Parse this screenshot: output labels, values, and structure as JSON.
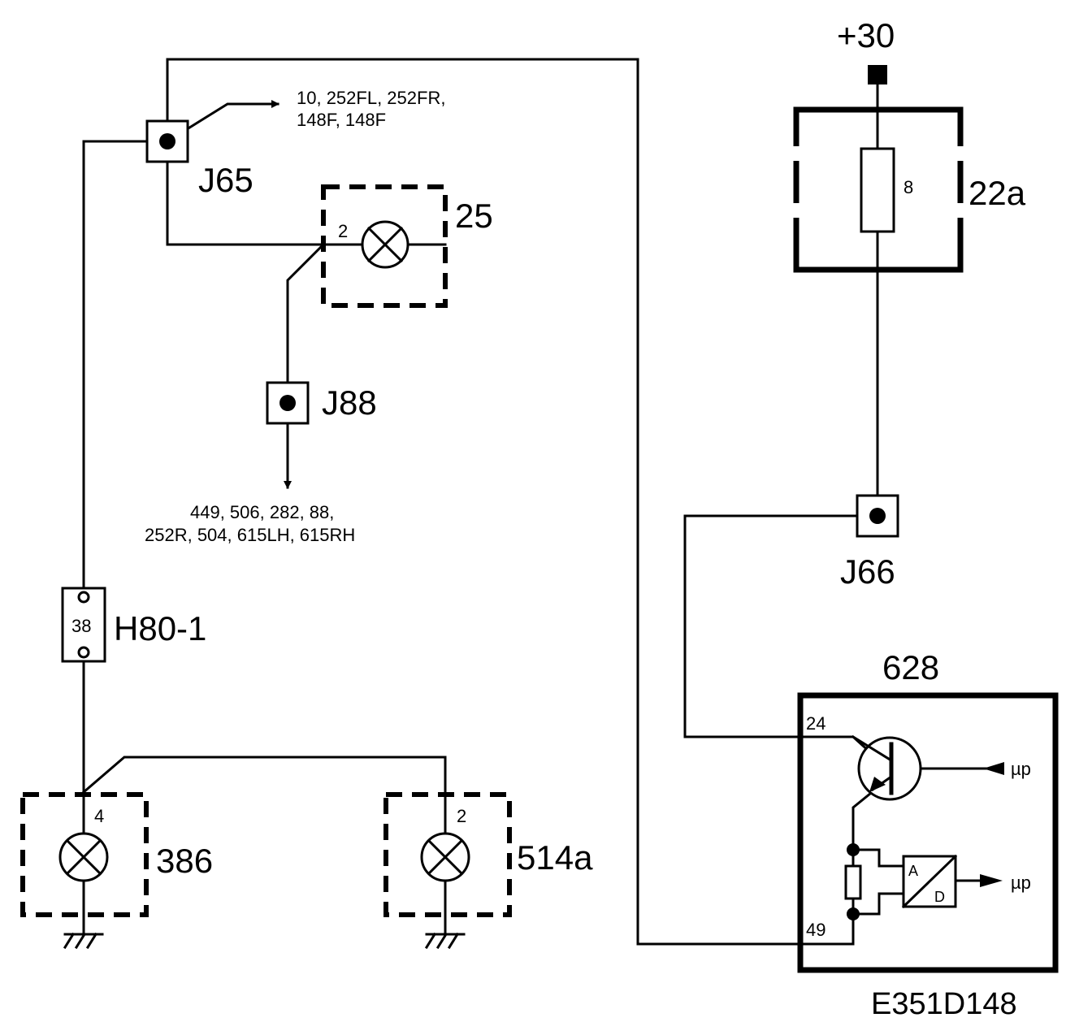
{
  "supply": {
    "label": "+30"
  },
  "fuse_box": {
    "label": "22a",
    "fuse_value": "8"
  },
  "junctions": {
    "j65": {
      "label": "J65"
    },
    "j88": {
      "label": "J88"
    },
    "j66": {
      "label": "J66"
    }
  },
  "lamps": {
    "lamp_25": {
      "label": "25",
      "pin": "2"
    },
    "lamp_386": {
      "label": "386",
      "pin": "4"
    },
    "lamp_514a": {
      "label": "514a",
      "pin": "2"
    }
  },
  "connector": {
    "label": "H80-1",
    "pin": "38"
  },
  "module": {
    "label": "628",
    "pin_top": "24",
    "pin_bottom": "49",
    "ad_a": "A",
    "ad_d": "D",
    "up_label_1": "µp",
    "up_label_2": "µp"
  },
  "refs": {
    "j65_line1": "10, 252FL, 252FR,",
    "j65_line2": "148F, 148F",
    "j88_line1": "449, 506, 282, 88,",
    "j88_line2": "252R, 504, 615LH, 615RH"
  },
  "diagram_code": "E351D148"
}
